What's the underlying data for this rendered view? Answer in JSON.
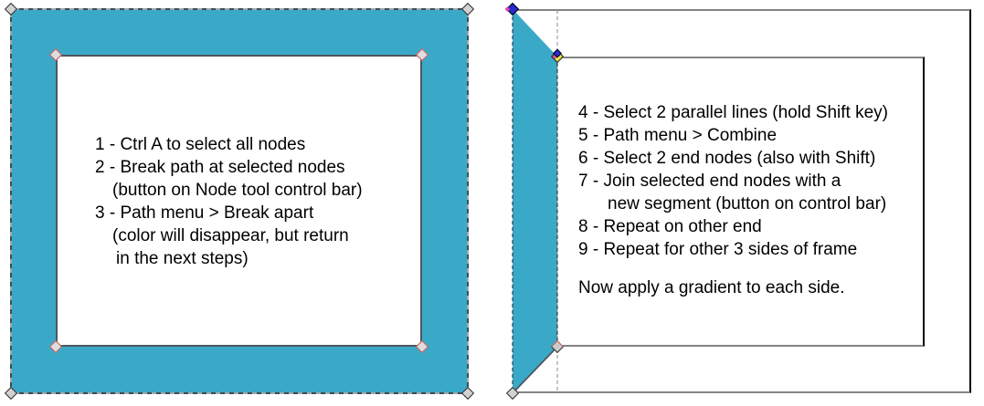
{
  "colors": {
    "frame_fill": "#3aa9c8",
    "selection_dash_dark": "#33505e",
    "selection_dash_light": "#a6a6a6",
    "inner_border": "#4e565e",
    "rect_edge_gray": "#838383",
    "rect_edge_black": "#000000",
    "node_gray_fill": "#d2d2d2",
    "node_pink_outline": "#c25a5a",
    "node_selected_blue": "#2a2ad2",
    "node_magenta": "#e348ae",
    "node_yellow": "#e8e23c",
    "text": "#000000"
  },
  "icons": {
    "gray_node": "diamond-node-gray",
    "pink_node": "diamond-node-pink-outline",
    "blue_node": "diamond-node-selected-blue",
    "overlap_node": "diamond-node-overlapping-magenta-yellow"
  },
  "left_panel": {
    "lines": [
      {
        "text": "1 - Ctrl A to select all nodes"
      },
      {
        "text": "2 - Break path at selected nodes"
      },
      {
        "text": "(button on Node tool control bar)"
      },
      {
        "text": "3 - Path menu > Break apart"
      },
      {
        "text": "(color will disappear, but return"
      },
      {
        "text": "in the next steps)"
      }
    ]
  },
  "right_panel": {
    "lines": [
      {
        "text": "4 - Select 2 parallel lines (hold Shift key)"
      },
      {
        "text": "5 - Path menu > Combine"
      },
      {
        "text": "6 - Select 2 end nodes (also with Shift)"
      },
      {
        "text": "7 - Join selected end nodes with a"
      },
      {
        "text": "new segment (button on control bar)"
      },
      {
        "text": "8 - Repeat on other end"
      },
      {
        "text": "9 - Repeat for other 3 sides of frame"
      },
      {
        "text": "Now apply a gradient to each side."
      }
    ]
  }
}
